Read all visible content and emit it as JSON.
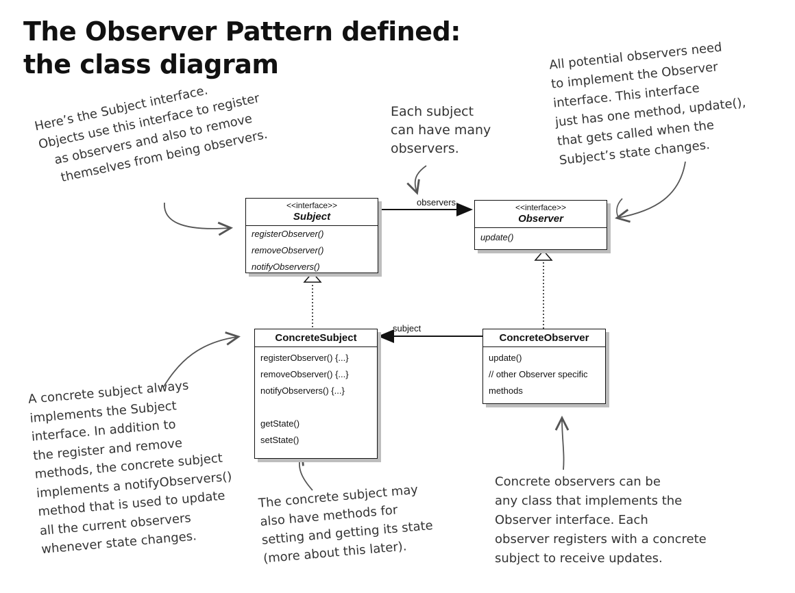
{
  "title": {
    "line1": "The Observer Pattern defined:",
    "line2": "the class diagram"
  },
  "classes": {
    "subject": {
      "stereotype": "<<interface>>",
      "name": "Subject",
      "methods": [
        "registerObserver()",
        "removeObserver()",
        "notifyObservers()"
      ]
    },
    "observer": {
      "stereotype": "<<interface>>",
      "name": "Observer",
      "methods": [
        "update()"
      ]
    },
    "concrete_subject": {
      "name": "ConcreteSubject",
      "methods": [
        "registerObserver() {...}",
        "removeObserver() {...}",
        "notifyObservers() {...}",
        "getState()",
        "setState()"
      ]
    },
    "concrete_observer": {
      "name": "ConcreteObserver",
      "methods": [
        "update()",
        "// other Observer specific",
        "methods"
      ]
    }
  },
  "associations": {
    "observers_label": "observers",
    "subject_label": "subject"
  },
  "notes": {
    "subject_interface": [
      "Here’s the Subject interface.",
      "Objects use this interface to register",
      "as observers and also to remove",
      "themselves from being observers."
    ],
    "many_observers": [
      "Each subject",
      "can have many",
      "observers."
    ],
    "observer_interface": [
      "All potential observers need",
      "to implement the Observer",
      "interface.  This interface",
      "just has one method, update(),",
      "that gets called when the",
      "Subject’s state changes."
    ],
    "concrete_subject": [
      "A concrete subject always",
      "implements the Subject",
      "interface.  In addition to",
      "the register and remove",
      "methods, the concrete subject",
      "implements a notifyObservers()",
      "method that is used to update",
      "all the current observers",
      "whenever state changes."
    ],
    "state_methods": [
      "The concrete subject may",
      "also have methods for",
      "setting and getting its state",
      "(more about this later)."
    ],
    "concrete_observers": [
      "Concrete observers can be",
      "any class that implements the",
      "Observer interface.  Each",
      "observer registers with a concrete",
      "subject to receive updates."
    ]
  }
}
